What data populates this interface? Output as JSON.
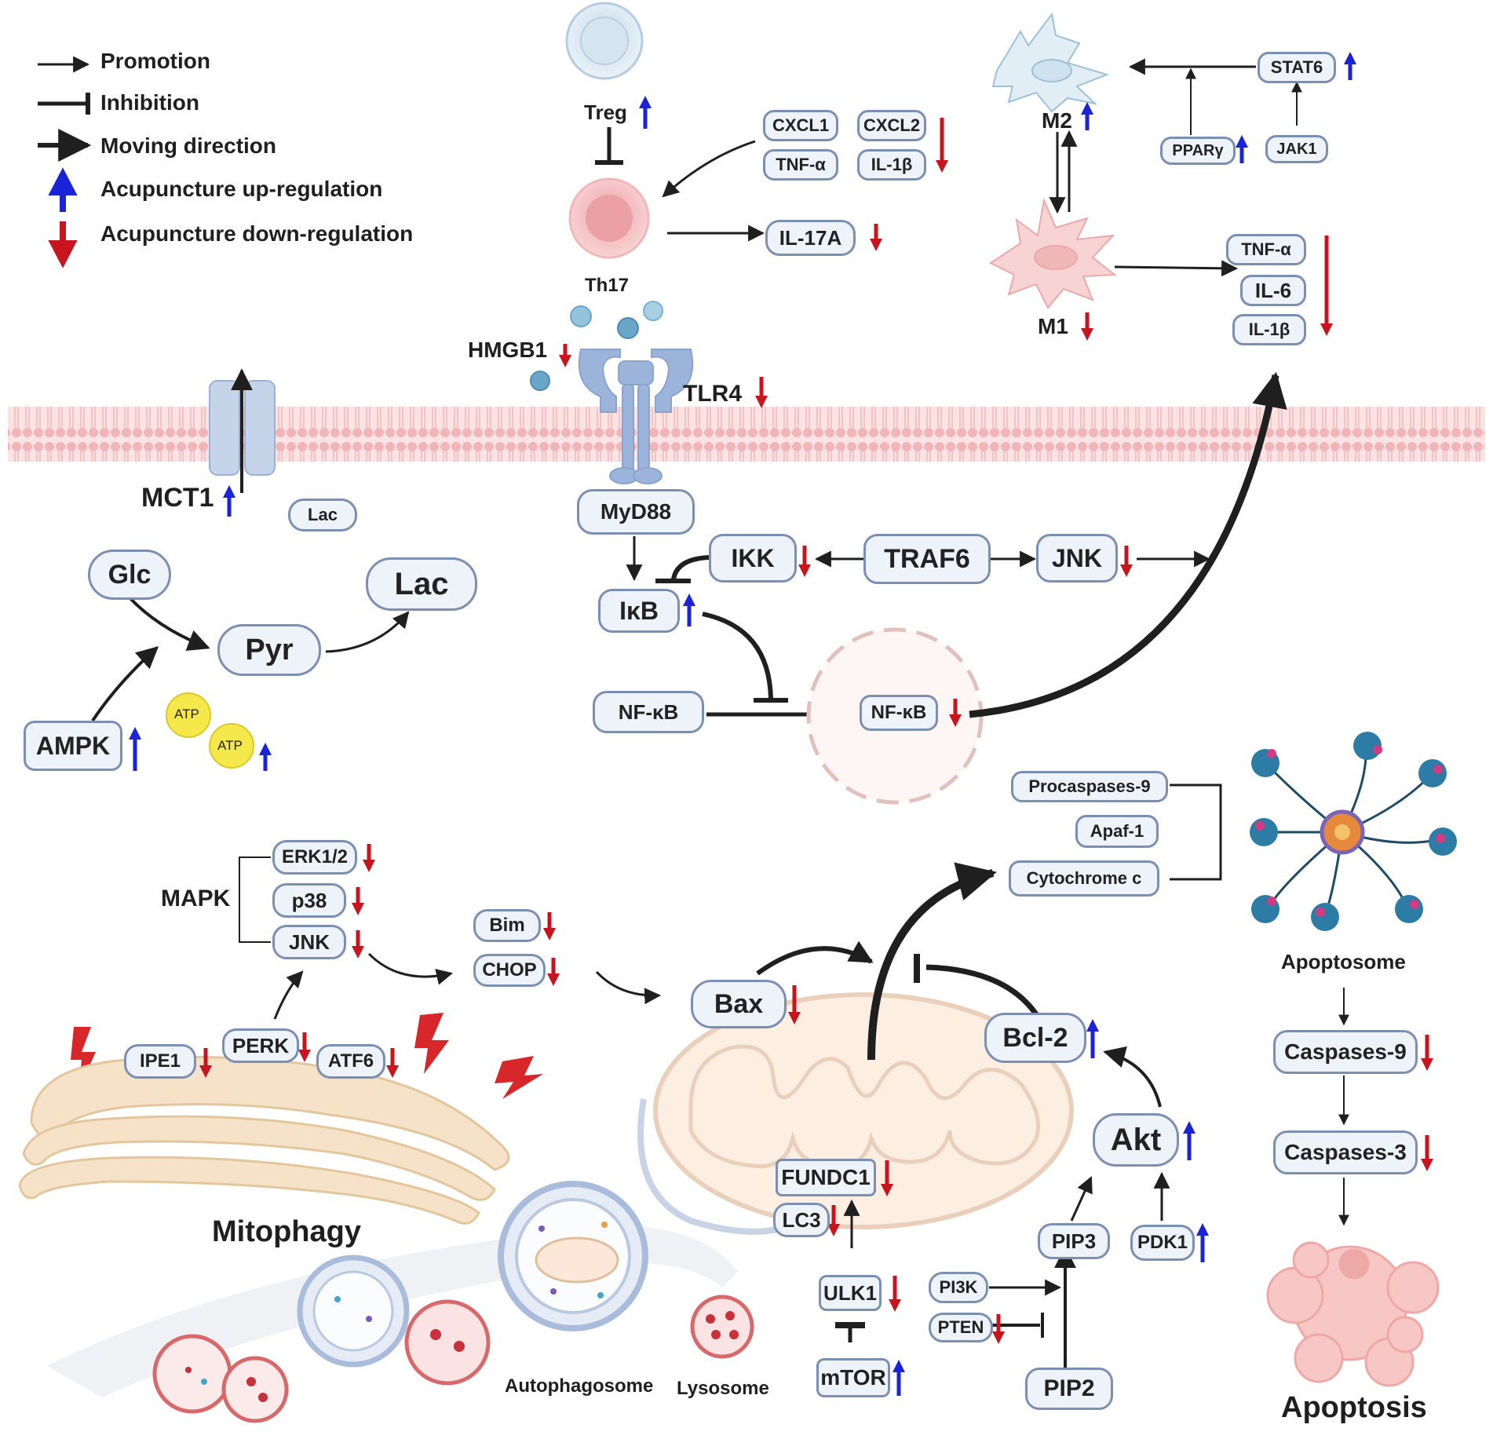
{
  "colors": {
    "up_arrow": "#1a24d6",
    "down_arrow": "#c8141e",
    "node_fill": "#eef2f9",
    "node_border": "#7b8fb3",
    "membrane": "#f6c6c8",
    "receptor": "#9db4da"
  },
  "legend": {
    "promotion": "Promotion",
    "inhibition": "Inhibition",
    "moving": "Moving direction",
    "up": "Acupuncture up-regulation",
    "down": "Acupuncture down-regulation"
  },
  "immune": {
    "treg": "Treg",
    "th17": "Th17",
    "cxcl1": "CXCL1",
    "cxcl2": "CXCL2",
    "tnfa_small": "TNF-α",
    "il1b_small": "IL-1β",
    "il17a": "IL-17A",
    "hmgb1": "HMGB1",
    "tlr4": "TLR4",
    "myd88": "MyD88"
  },
  "macrophage": {
    "m2": "M2",
    "m1": "M1",
    "stat6": "STAT6",
    "ppary": "PPARγ",
    "jak1": "JAK1",
    "tnfa": "TNF-α",
    "il6": "IL-6",
    "il1b": "IL-1β"
  },
  "metabolism": {
    "mct1": "MCT1",
    "lac_small": "Lac",
    "glc": "Glc",
    "pyr": "Pyr",
    "lac": "Lac",
    "ampk": "AMPK",
    "atp1": "ATP",
    "atp2": "ATP"
  },
  "nfkb_path": {
    "ikk": "IKK",
    "traf6": "TRAF6",
    "jnk": "JNK",
    "ikb": "IκB",
    "nfkb": "NF-κB",
    "nfkb_nuc": "NF-κB"
  },
  "er_stress": {
    "mapk": "MAPK",
    "erk": "ERK1/2",
    "p38": "p38",
    "jnk": "JNK",
    "bim": "Bim",
    "chop": "CHOP",
    "ipe1": "IPE1",
    "perk": "PERK",
    "atf6": "ATF6",
    "mitophagy": "Mitophagy"
  },
  "mito": {
    "bax": "Bax",
    "bcl2": "Bcl-2",
    "akt": "Akt",
    "fundc1": "FUNDC1",
    "lc3": "LC3",
    "ulk1": "ULK1",
    "mtor": "mTOR",
    "pip3": "PIP3",
    "pdk1": "PDK1",
    "pi3k": "PI3K",
    "pten": "PTEN",
    "pip2": "PIP2",
    "autophagosome": "Autophagosome",
    "lysosome": "Lysosome"
  },
  "apoptosis": {
    "procasp9": "Procaspases-9",
    "apaf1": "Apaf-1",
    "cytc": "Cytochrome c",
    "apoptosome": "Apoptosome",
    "casp9": "Caspases-9",
    "casp3": "Caspases-3",
    "apoptosis": "Apoptosis"
  }
}
